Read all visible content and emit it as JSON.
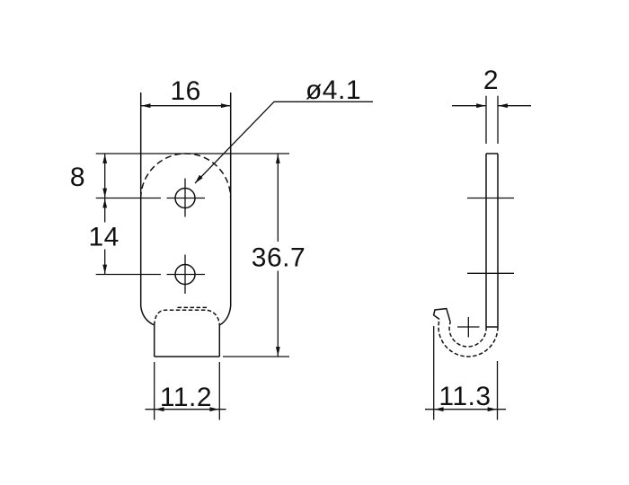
{
  "drawing": {
    "type": "engineering-drawing",
    "views": {
      "front_view_name": "front-view",
      "side_view_name": "side-view"
    },
    "front": {
      "dim_width": "16",
      "dim_hole_diameter": "ø4.1",
      "dim_top_to_hole": "8",
      "dim_hole_spacing": "14",
      "dim_height": "36.7",
      "dim_tab_width": "11.2"
    },
    "side": {
      "dim_thickness": "2",
      "dim_hook_width": "11.3"
    },
    "colors": {
      "line": "#111111",
      "background": "#ffffff"
    }
  }
}
